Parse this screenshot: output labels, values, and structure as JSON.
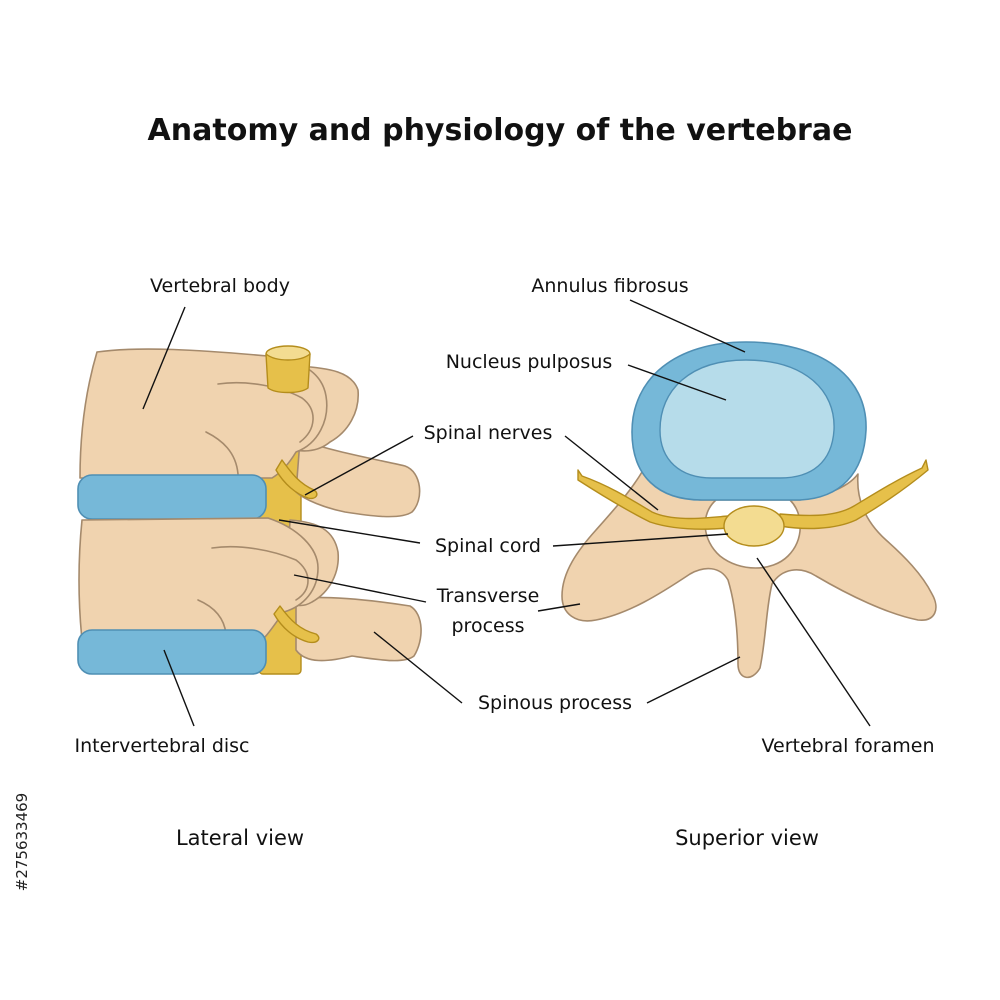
{
  "title": "Anatomy and physiology of the vertebrae",
  "labels": {
    "vertebral_body": "Vertebral body",
    "annulus_fibrosus": "Annulus fibrosus",
    "nucleus_pulposus": "Nucleus pulposus",
    "spinal_nerves": "Spinal nerves",
    "spinal_cord": "Spinal cord",
    "transverse_process_line1": "Transverse",
    "transverse_process_line2": "process",
    "spinous_process": "Spinous process",
    "intervertebral_disc": "Intervertebral disc",
    "vertebral_foramen": "Vertebral foramen"
  },
  "captions": {
    "lateral": "Lateral view",
    "superior": "Superior view"
  },
  "side_text": "#275633469",
  "colors": {
    "bone": "#f0d3af",
    "bone_stroke": "#a58a6c",
    "disc": "#76b8d8",
    "disc_stroke": "#4f8fb4",
    "nucleus": "#b6dcea",
    "nerve": "#e6c04a",
    "nerve_stroke": "#b48d1c",
    "cord_light": "#f3dc91"
  }
}
